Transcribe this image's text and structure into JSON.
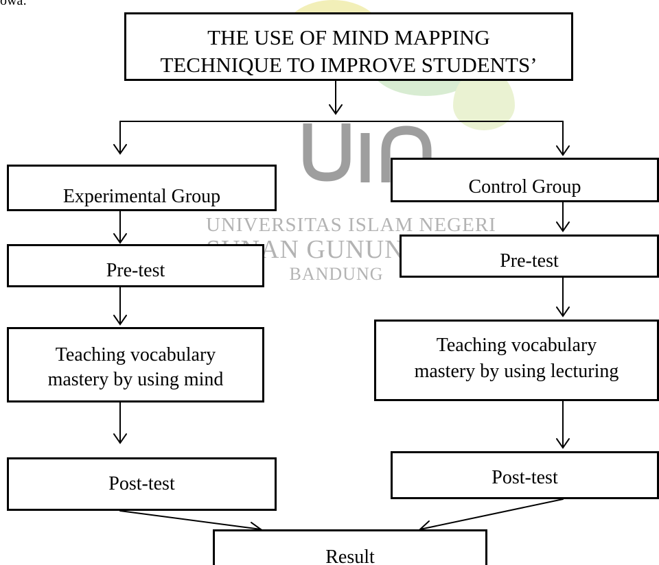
{
  "watermark": {
    "line1": "UNIVERSITAS ISLAM NEGERI",
    "line2": "SUNAN GUNUNG DJATI",
    "line3": "BANDUNG",
    "logo_text": "uin",
    "leaf_colors": [
      "#f2efb8",
      "#d8ecd2",
      "#eaf2d2"
    ],
    "text_color": "#b3b3b3"
  },
  "stray_text": "owa:",
  "title": {
    "line1": "THE USE OF MIND MAPPING",
    "line2": "TECHNIQUE TO IMPROVE STUDENTS’"
  },
  "left_branch": {
    "group": "Experimental Group",
    "pretest": "Pre-test",
    "treatment_line1": "Teaching vocabulary",
    "treatment_line2": "mastery by using mind",
    "posttest": "Post-test"
  },
  "right_branch": {
    "group": "Control Group",
    "pretest": "Pre-test",
    "treatment_line1": "Teaching vocabulary",
    "treatment_line2": "mastery by using lecturing",
    "posttest": "Post-test"
  },
  "result": "Result"
}
